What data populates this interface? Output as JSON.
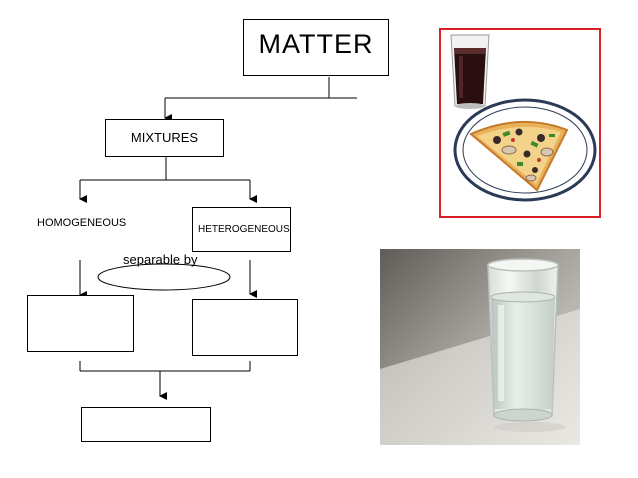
{
  "diagram": {
    "matter_label": "MATTER",
    "mixtures_label": "MIXTURES",
    "homogeneous_label": "HOMOGENEOUS",
    "heterogeneous_label": "HETEROGENEOUS",
    "separable_label": "separable by",
    "blank_box_left": "",
    "blank_box_right": "",
    "blank_box_bottom": ""
  },
  "images": {
    "pizza_and_soda": {
      "icon": "pizza-soda-photo",
      "frame_color": "#d81f26"
    },
    "water_glass": {
      "icon": "water-glass-photo"
    }
  },
  "colors": {
    "line": "#000000",
    "box_border": "#000000",
    "photo_frame": "#d81f26"
  }
}
